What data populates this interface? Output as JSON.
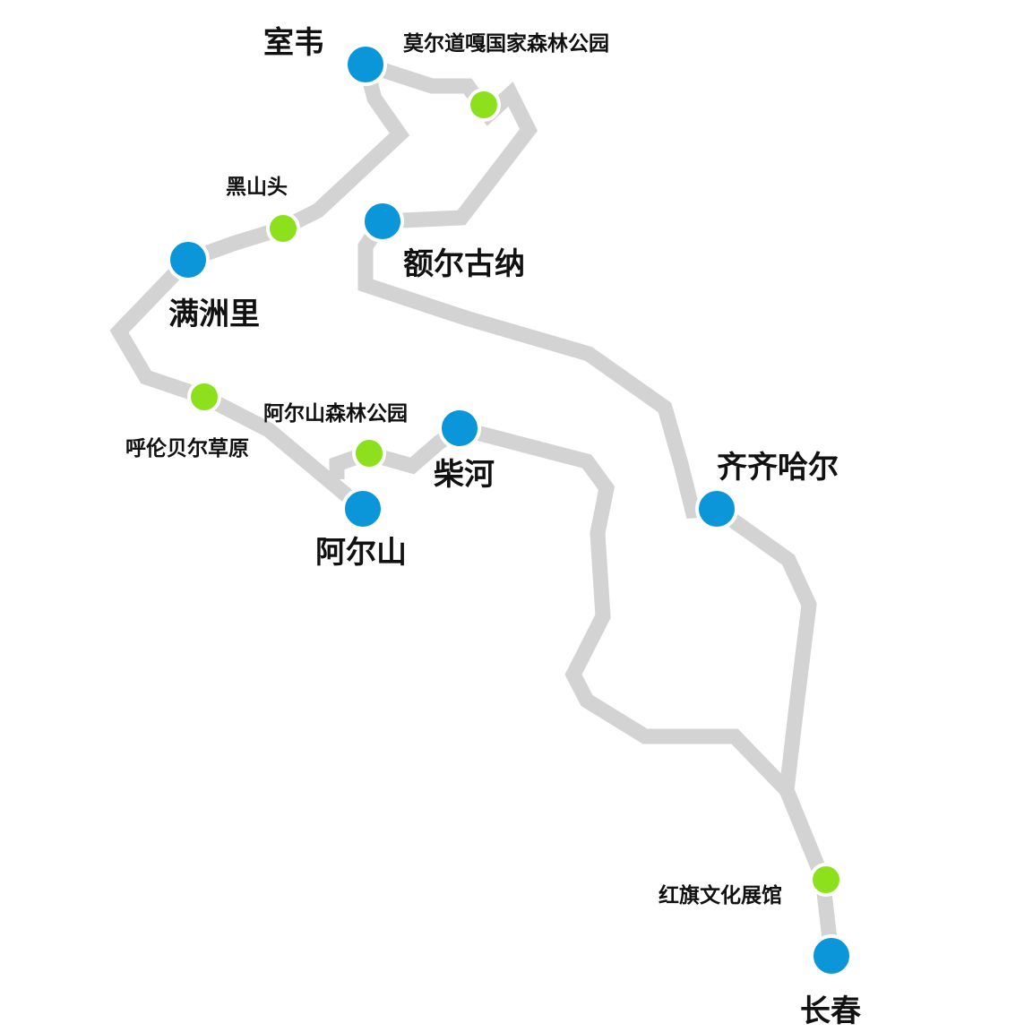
{
  "map": {
    "route_color": "#d3d3d3",
    "major_node_color": "#0a96d8",
    "minor_node_color": "#8de11c"
  },
  "cities": {
    "shiwei": "室韦",
    "erguna": "额尔古纳",
    "manzhouli": "满洲里",
    "chaihe": "柴河",
    "aershan": "阿尔山",
    "qiqihar": "齐齐哈尔",
    "changchun": "长春"
  },
  "attractions": {
    "moerdaoga": "莫尔道嘎国家森林公园",
    "heishantou": "黑山头",
    "hulunbuir": "呼伦贝尔草原",
    "aershan_forest": "阿尔山森林公园",
    "hongqi": "红旗文化展馆"
  }
}
